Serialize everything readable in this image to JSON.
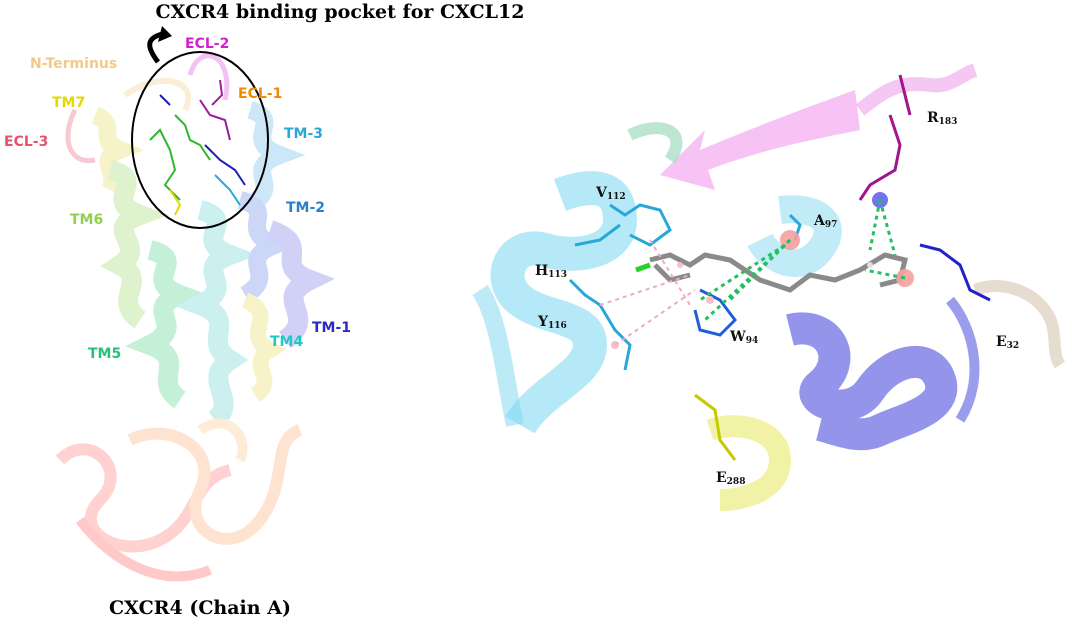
{
  "title": "CXCR4 binding pocket for CXCL12",
  "caption": "CXCR4 (Chain A)",
  "left_labels": {
    "n_terminus": "N-Terminus",
    "ecl2": "ECL-2",
    "ecl1": "ECL-1",
    "ecl3": "ECL-3",
    "tm7": "TM7",
    "tm3": "TM-3",
    "tm6": "TM6",
    "tm2": "TM-2",
    "tm5": "TM5",
    "tm4": "TM4",
    "tm1": "TM-1"
  },
  "residues": {
    "v112": {
      "letter": "V",
      "number": "112"
    },
    "h113": {
      "letter": "H",
      "number": "113"
    },
    "y116": {
      "letter": "Y",
      "number": "116"
    },
    "a97": {
      "letter": "A",
      "number": "97"
    },
    "w94": {
      "letter": "W",
      "number": "94"
    },
    "r183": {
      "letter": "R",
      "number": "183"
    },
    "e32": {
      "letter": "E",
      "number": "32"
    },
    "e288": {
      "letter": "E",
      "number": "288"
    }
  },
  "colors": {
    "n_terminus": "#f2c98a",
    "ecl2": "#d21fd2",
    "ecl1": "#f08a00",
    "ecl3": "#e8536c",
    "tm7": "#e3d800",
    "tm3": "#27a8d8",
    "tm6": "#8fd14f",
    "tm2": "#2a7fc9",
    "tm5": "#27c27a",
    "tm4": "#1fc7c7",
    "tm1": "#2a2ac9"
  }
}
